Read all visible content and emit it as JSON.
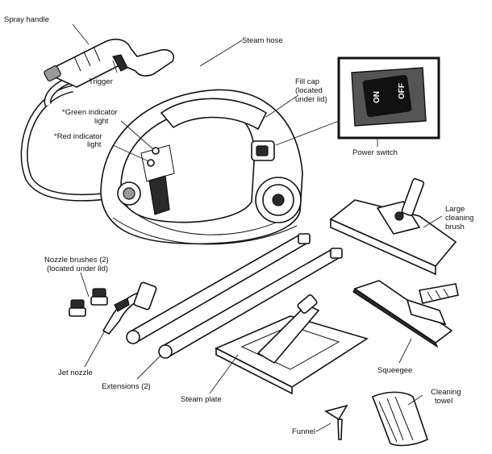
{
  "labels": {
    "spray_handle": "Spray handle",
    "steam_hose": "Steam hose",
    "trigger": "Trigger",
    "fill_cap_1": "Fill cap",
    "fill_cap_2": "(located",
    "fill_cap_3": "under lid)",
    "green_light_1": "*Green indicator",
    "green_light_2": "light",
    "red_light_1": "*Red indicator",
    "red_light_2": "light",
    "power_switch": "Power switch",
    "switch_on": "ON",
    "switch_off": "OFF",
    "large_brush_1": "Large",
    "large_brush_2": "cleaning",
    "large_brush_3": "brush",
    "nozzle_brushes_1": "Nozzle brushes (2)",
    "nozzle_brushes_2": "(located under lid)",
    "jet_nozzle": "Jet nozzle",
    "extensions": "Extensions (2)",
    "steam_plate": "Steam plate",
    "squeegee": "Squeegee",
    "funnel": "Funnel",
    "cleaning_towel_1": "Cleaning",
    "cleaning_towel_2": "towel"
  }
}
